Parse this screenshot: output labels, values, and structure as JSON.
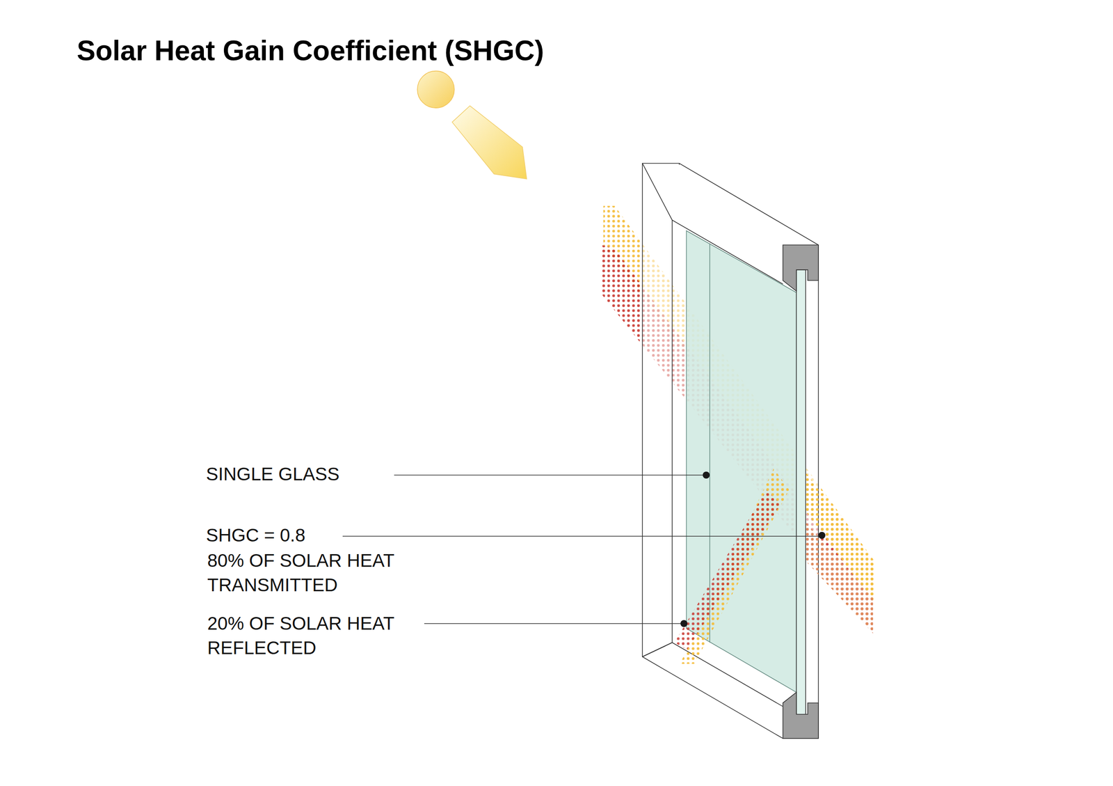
{
  "diagram": {
    "title": "Solar Heat Gain Coefficient (SHGC)",
    "labels": [
      "SINGLE GLASS",
      "SHGC = 0.8",
      "80% OF SOLAR HEAT TRANSMITTED",
      "20% OF SOLAR HEAT REFLECTED"
    ]
  }
}
